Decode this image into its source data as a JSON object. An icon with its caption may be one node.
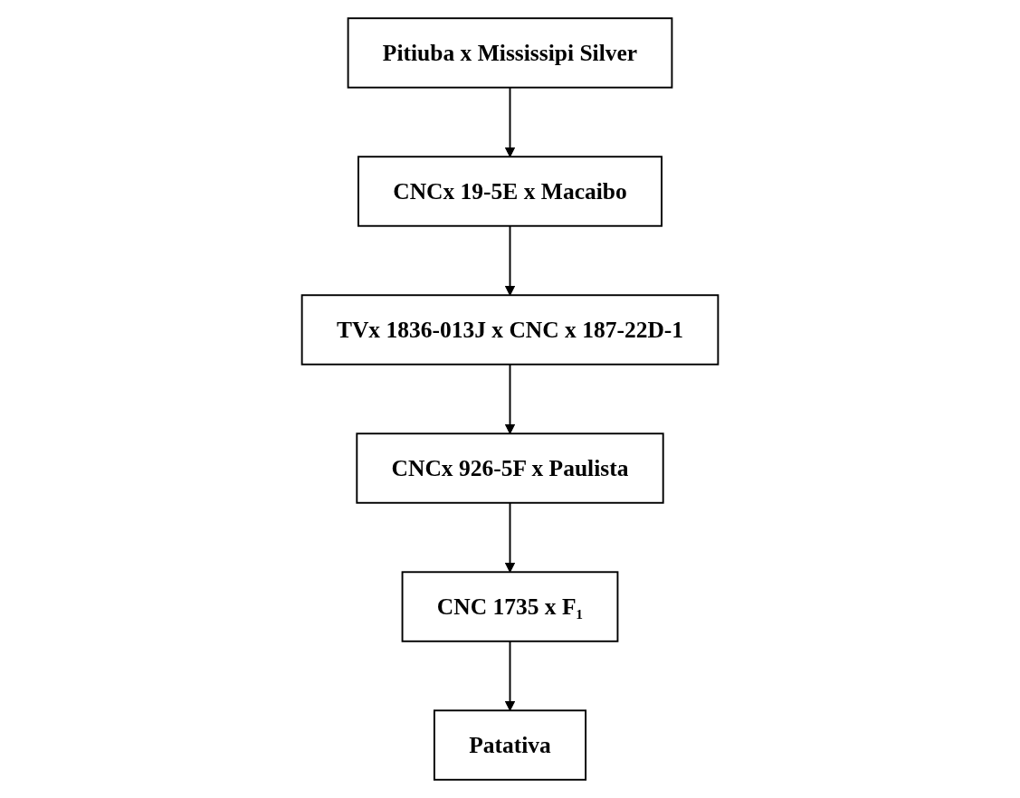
{
  "diagram": {
    "nodes": [
      {
        "text": [
          "Pitiuba x Mississipi Silver"
        ]
      },
      {
        "text": [
          "CNCx 19-5E x Macaibo"
        ]
      },
      {
        "text": [
          "TVx 1836-013J x CNC x 187-22D-1"
        ]
      },
      {
        "text": [
          "CNCx 926-5F x Paulista"
        ]
      },
      {
        "text": [
          "CNC 1735 x F₁"
        ]
      },
      {
        "text": [
          "Patativa"
        ]
      }
    ],
    "edges": [
      {
        "from": 0,
        "to": 1,
        "arrow": "to"
      },
      {
        "from": 1,
        "to": 2,
        "arrow": "to"
      },
      {
        "from": 2,
        "to": 3,
        "arrow": "to"
      },
      {
        "from": 3,
        "to": 4,
        "arrow": "to"
      },
      {
        "from": 4,
        "to": 5,
        "arrow": "to"
      }
    ]
  }
}
